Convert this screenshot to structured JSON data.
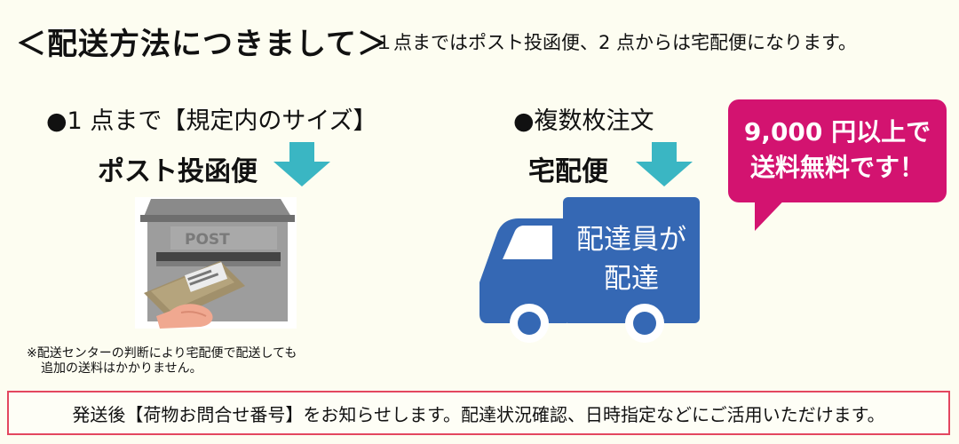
{
  "header": {
    "title": "＜配送方法につきまして＞",
    "description": "１点まではポスト投函便、2 点からは宅配便になります。"
  },
  "option_single": {
    "label": "●1 点まで【規定内のサイズ】",
    "method": "ポスト投函便",
    "postbox_text": "POST",
    "arrow_icon": "down-arrow-icon",
    "postbox_icon": "postbox-illustration"
  },
  "option_multiple": {
    "label": "●複数枚注文",
    "method": "宅配便",
    "truck_text_line1": "配達員が",
    "truck_text_line2": "配達",
    "arrow_icon": "down-arrow-icon",
    "truck_icon": "delivery-truck-illustration"
  },
  "promo": {
    "line1": "9,000 円以上で",
    "line2": "送料無料です！"
  },
  "note": {
    "line1": "※配送センターの判断により宅配便で配送しても",
    "line2": "追加の送料はかかりません。"
  },
  "footer": {
    "text": "発送後【荷物お問合せ番号】をお知らせします。配達状況確認、日時指定などにご活用いただけます。"
  },
  "colors": {
    "background": "#fdfdf1",
    "arrow": "#3ab6c3",
    "truck": "#3568b4",
    "promo": "#d31370",
    "footer_border": "#e3475f"
  }
}
